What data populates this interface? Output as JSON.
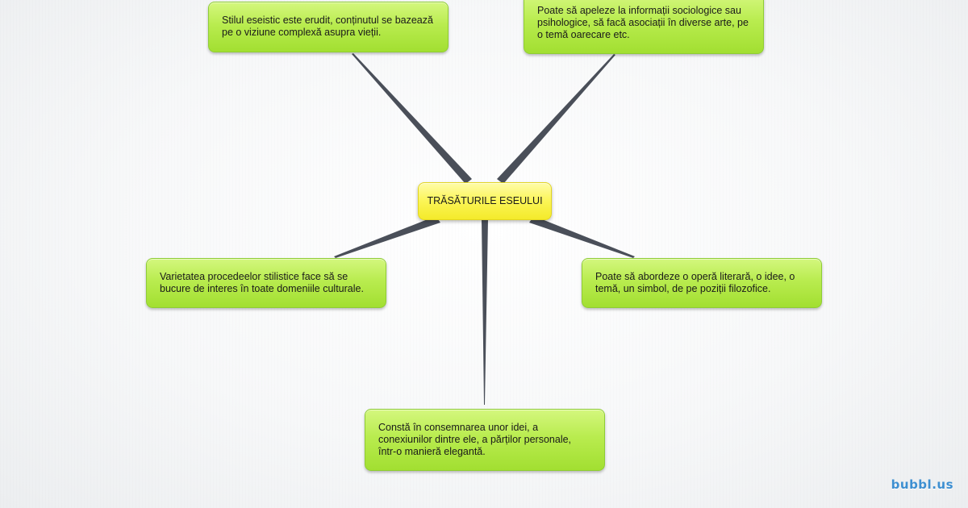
{
  "mindmap": {
    "root": {
      "label": "TRĂSĂTURILE ESEULUI"
    },
    "nodes": {
      "top_left": "Stilul eseistic este erudit, conținutul se bazează pe o viziune complexă asupra vieții.",
      "top_right": "Poate să apeleze la informații sociologice sau psihologice, să facă asociații în diverse arte, pe o temă oarecare etc.",
      "left": "Varietatea procedeelor stilistice face să se bucure de interes în toate domeniile culturale.",
      "right": "Poate să abordeze o operă literară, o idee, o temă, un simbol, de pe poziții filozofice.",
      "bottom": "Constă în consemnarea unor idei, a conexiunilor dintre ele, a părților personale, într-o manieră elegantă."
    }
  },
  "branding": {
    "logo": "bubbl.us"
  },
  "colors": {
    "child_node": "#b9ec4f",
    "root_node": "#fbf556",
    "connector": "#4a4f59",
    "logo": "#3d8fd1"
  }
}
